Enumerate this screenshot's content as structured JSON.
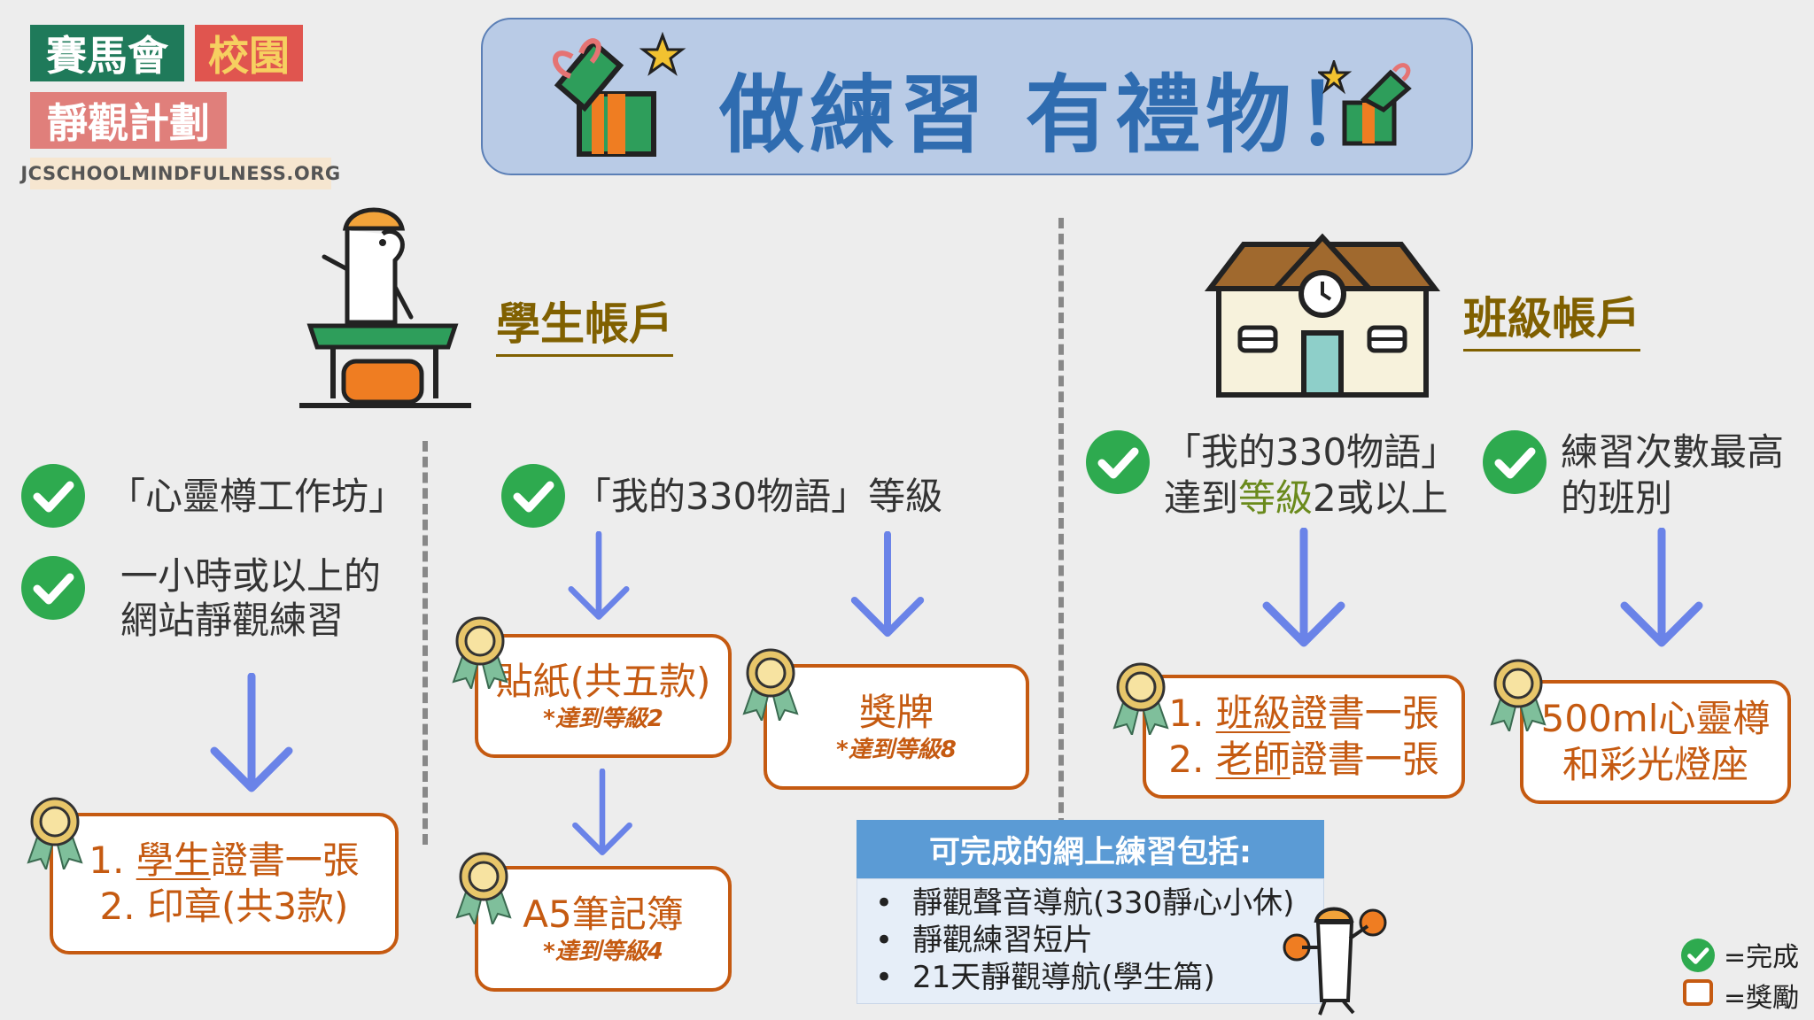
{
  "logo": {
    "tag1": "賽馬會",
    "tag2": "校園",
    "tag3": "靜觀計劃",
    "url": "JCSCHOOLMINDFULNESS.ORG"
  },
  "banner": {
    "title": "做練習 有禮物！"
  },
  "student": {
    "heading": "學生帳戶",
    "workshop": "「心靈樽工作坊」",
    "practice_line1": "一小時或以上的",
    "practice_line2": "網站靜觀練習",
    "reward1_line1_prefix": "1. ",
    "reward1_line1_u": "學生",
    "reward1_line1_rest": "證書一張",
    "reward1_line2": "2. 印章(共3款)",
    "story_level": "「我的330物語」等級",
    "sticker_title": "貼紙(共五款)",
    "sticker_note": "*達到等級2",
    "notebook_title": "A5筆記簿",
    "notebook_note": "*達到等級4",
    "medal_title": "獎牌",
    "medal_note": "*達到等級8"
  },
  "class": {
    "heading": "班級帳戶",
    "story_line1": "「我的330物語」",
    "story_line2_a": "達到",
    "story_line2_hl": "等級",
    "story_line2_b": "2或以上",
    "most_line1": "練習次數最高",
    "most_line2": "的班別",
    "reward1_line1_prefix": "1. ",
    "reward1_line1_u": "班級",
    "reward1_line1_rest": "證書一張",
    "reward1_line2_prefix": "2. ",
    "reward1_line2_u": "老師",
    "reward1_line2_rest": "證書一張",
    "reward2_line1": "500ml心靈樽",
    "reward2_line2": "和彩光燈座"
  },
  "infobox": {
    "title": "可完成的網上練習包括:",
    "items": [
      "靜觀聲音導航(330靜心小休)",
      "靜觀練習短片",
      "21天靜觀導航(學生篇)"
    ]
  },
  "legend": {
    "check": "=完成",
    "box": "=獎勵"
  },
  "colors": {
    "banner_bg": "#b9cbe6",
    "title_blue": "#2f6cb0",
    "heading_gold": "#806000",
    "reward_orange": "#c55a11",
    "check_green": "#2eaa4f",
    "arrow_blue": "#6a83e8"
  }
}
